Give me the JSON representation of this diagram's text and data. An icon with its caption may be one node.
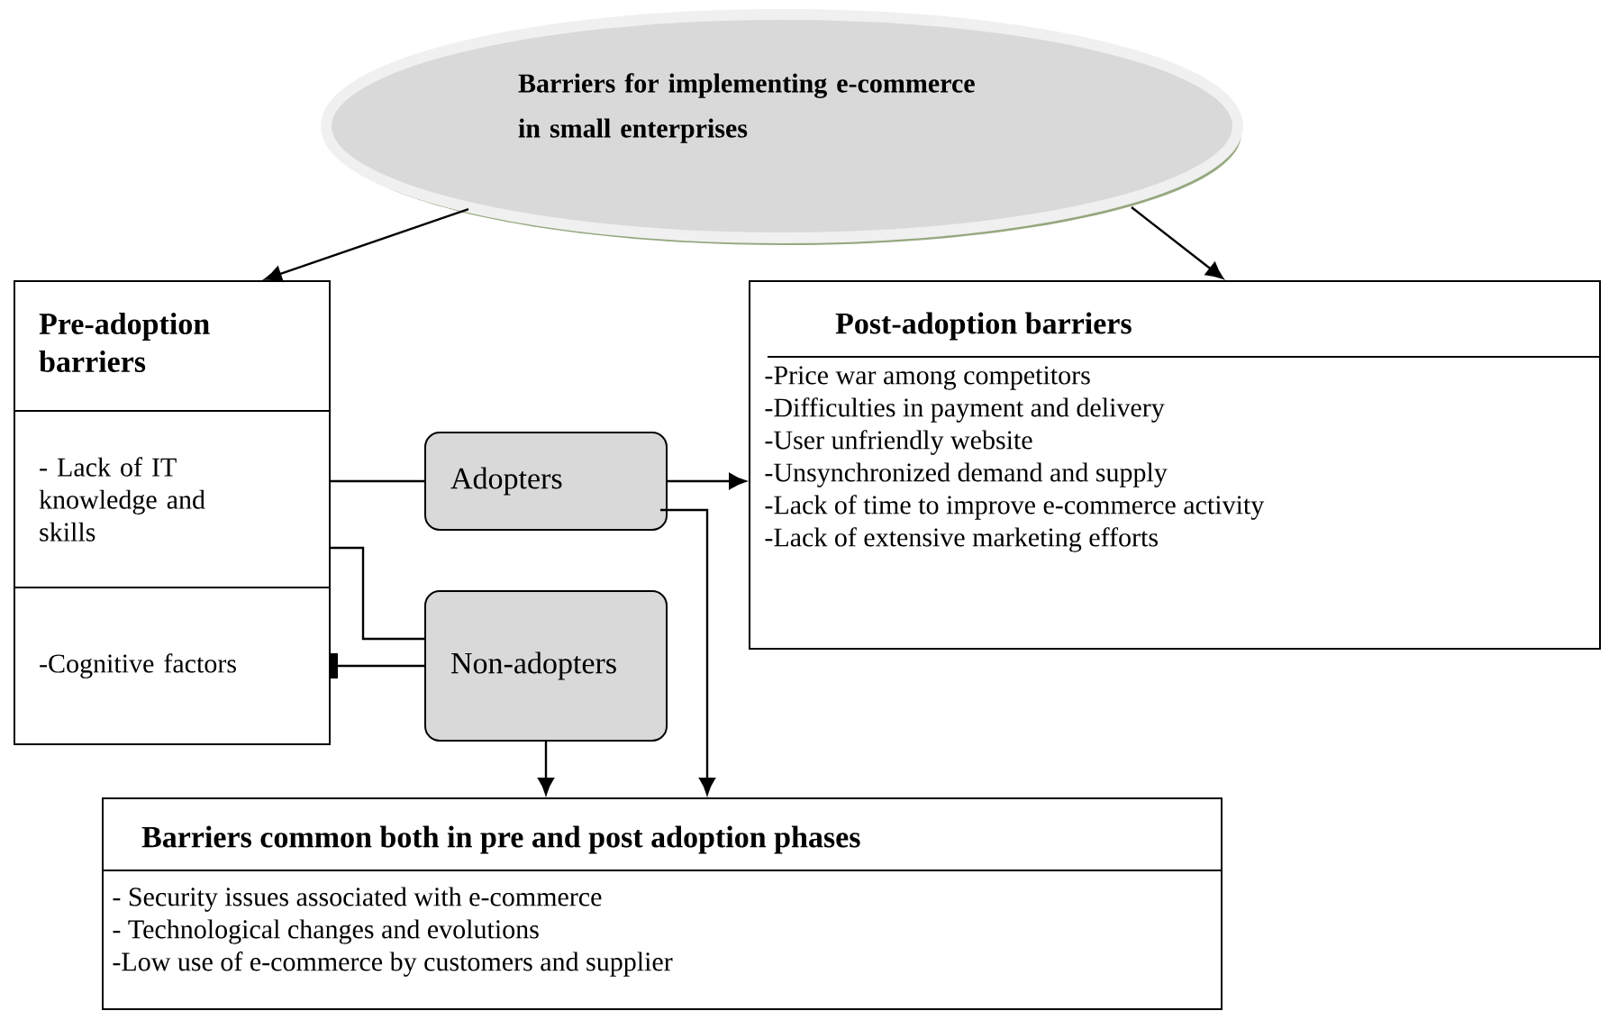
{
  "diagram": {
    "nodes": [
      {
        "text": [
          "Barriers for implementing e-commerce in small enterprises"
        ]
      },
      {
        "text": [
          "Pre-adoption barriers"
        ]
      },
      {
        "text": [
          "- Lack of IT knowledge and skills"
        ],
        "in": 1
      },
      {
        "text": [
          "-Cognitive factors"
        ],
        "in": 1
      },
      {
        "text": [
          "Adopters"
        ]
      },
      {
        "text": [
          "Non-adopters"
        ]
      },
      {
        "text": [
          "Post-adoption barriers",
          "-Price war among competitors",
          "-Difficulties in payment and delivery",
          "-User unfriendly website",
          "-Unsynchronized demand and supply",
          "-Lack of time to improve e-commerce activity",
          "-Lack of extensive marketing efforts"
        ]
      },
      {
        "text": [
          "Barriers common both in pre and post adoption phases",
          "- Security issues associated with e-commerce",
          "- Technological changes and evolutions",
          "-Low use of e-commerce by customers and supplier"
        ]
      }
    ],
    "edges": [
      {
        "from": 0,
        "to": 1,
        "arrow": "to"
      },
      {
        "from": 0,
        "to": 6,
        "arrow": "to"
      },
      {
        "from": 2,
        "to": 4,
        "arrow": "none"
      },
      {
        "from": 4,
        "to": 6,
        "arrow": "to"
      },
      {
        "from": 2,
        "to": 5,
        "arrow": "none"
      },
      {
        "from": 5,
        "to": 3,
        "arrow": "other"
      },
      {
        "from": 5,
        "to": 7,
        "arrow": "to"
      },
      {
        "from": 4,
        "to": 7,
        "arrow": "to"
      }
    ]
  }
}
